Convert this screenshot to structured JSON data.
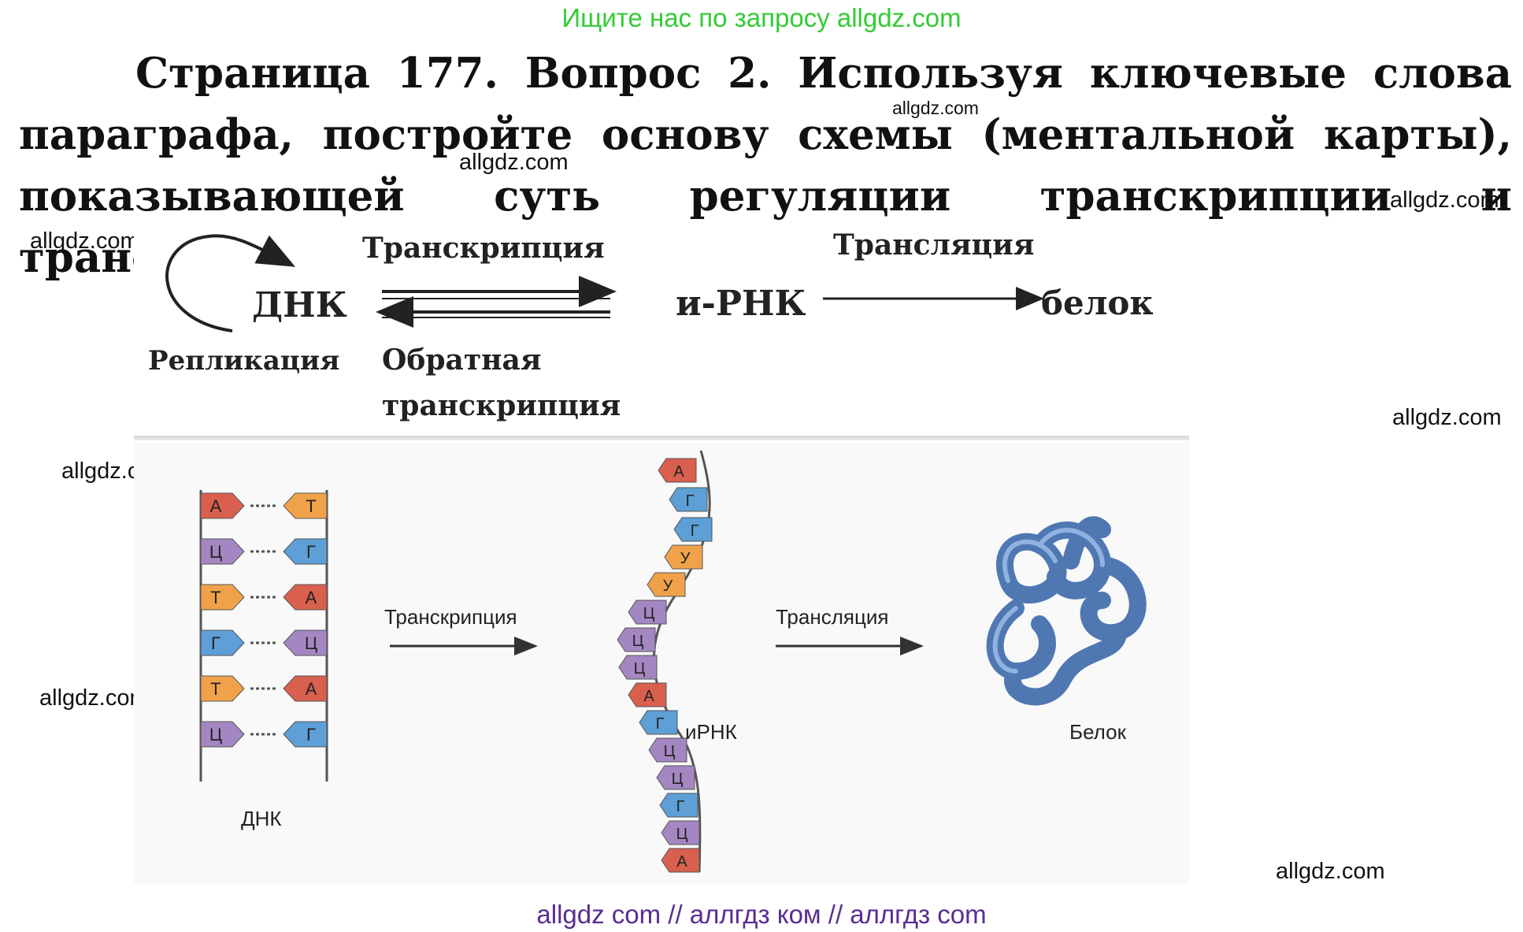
{
  "banner": "Ищите нас по запросу allgdz.com",
  "title": "Страница 177. Вопрос 2. Используя ключевые слова параграфа, постройте основу схемы (ментальной карты), показывающей суть регуляции транскрипции и трансляции.",
  "watermark": "allgdz.com",
  "scheme": {
    "dna": "ДНК",
    "replication": "Репликация",
    "transcription": "Транскрипция",
    "reverse_line1": "Обратная",
    "reverse_line2": "транскрипция",
    "mrna": "и-РНК",
    "translation": "Трансляция",
    "protein": "белок"
  },
  "diagram": {
    "dna_label": "ДНК",
    "transcription": "Транскрипция",
    "translation": "Трансляция",
    "mrna_label": "иРНК",
    "protein_label": "Белок",
    "dna_pairs": [
      {
        "left": "А",
        "right": "Т"
      },
      {
        "left": "Ц",
        "right": "Г"
      },
      {
        "left": "Т",
        "right": "А"
      },
      {
        "left": "Г",
        "right": "Ц"
      },
      {
        "left": "Т",
        "right": "А"
      },
      {
        "left": "Ц",
        "right": "Г"
      }
    ],
    "rna_bases": [
      "А",
      "Г",
      "Г",
      "У",
      "У",
      "Ц",
      "Ц",
      "Ц",
      "А",
      "Г",
      "Ц",
      "Ц",
      "Г",
      "Ц",
      "А"
    ],
    "base_colors": {
      "А": "#d9604f",
      "Т": "#f0a24a",
      "Г": "#5d9fd6",
      "Ц": "#a487c2",
      "У": "#f0a24a"
    }
  },
  "footer": "allgdz com  //  аллгдз ком  //  аллгдз com"
}
